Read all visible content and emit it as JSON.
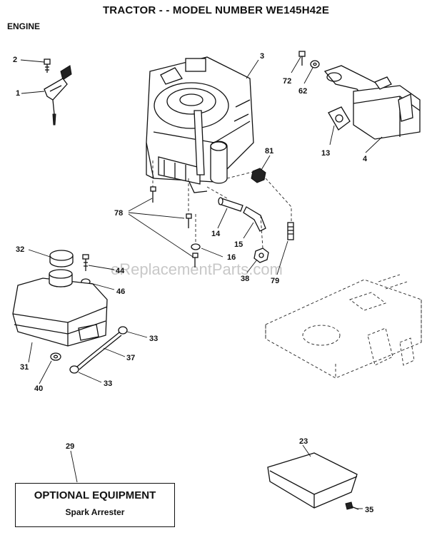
{
  "header": {
    "title": "TRACTOR - - MODEL NUMBER WE145H42E",
    "section": "ENGINE"
  },
  "watermark": "eReplacementParts.com",
  "callouts": {
    "c2": "2",
    "c1": "1",
    "c3": "3",
    "c72": "72",
    "c62": "62",
    "c13": "13",
    "c4": "4",
    "c81": "81",
    "c78a": "78",
    "c14": "14",
    "c15": "15",
    "c16": "16",
    "c38": "38",
    "c79": "79",
    "c32": "32",
    "c44": "44",
    "c46": "46",
    "c33a": "33",
    "c31": "31",
    "c37": "37",
    "c40": "40",
    "c33b": "33",
    "c29": "29",
    "c23": "23",
    "c35": "35"
  },
  "optional_equipment": {
    "title": "OPTIONAL EQUIPMENT",
    "item": "Spark Arrester"
  }
}
